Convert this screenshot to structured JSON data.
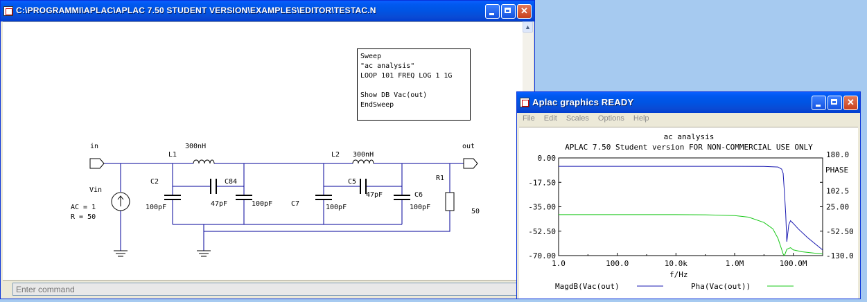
{
  "editor": {
    "title": "C:\\PROGRAMMI\\APLAC\\APLAC 7.50 STUDENT VERSION\\EXAMPLES\\EDITOR\\TESTAC.N",
    "command_placeholder": "Enter command",
    "sweep_text": "Sweep\n\"ac analysis\"\nLOOP 101 FREQ LOG 1 1G\n\nShow DB Vac(out)\nEndSweep",
    "schematic": {
      "node_in": "in",
      "node_out": "out",
      "vin_label": "Vin",
      "vin_ac": "AC = 1",
      "vin_r": "R = 50",
      "L1": "L1",
      "L1_value": "300nH",
      "L2": "L2",
      "L2_value": "300nH",
      "C2": "C2",
      "C2_value": "100pF",
      "C84": "C84",
      "C84_value": "47pF",
      "C84_shunt_value": "100pF",
      "C7": "C7",
      "C7_value": "100pF",
      "C5": "C5",
      "C5_value": "47pF",
      "C6": "C6",
      "C6_value": "100pF",
      "R1": "R1",
      "R1_value": "50"
    }
  },
  "graphics": {
    "title": "Aplac graphics READY",
    "menu": [
      "File",
      "Edit",
      "Scales",
      "Options",
      "Help"
    ],
    "plot_title": "ac analysis",
    "plot_subtitle": "APLAC 7.50 Student version FOR NON-COMMERCIAL USE ONLY",
    "right_axis_label": "PHASE",
    "legend_mag": "MagdB(Vac(out)",
    "legend_pha": "Pha(Vac(out))",
    "colors": {
      "mag": "#1818b0",
      "pha": "#18c818"
    }
  },
  "chart_data": {
    "type": "line",
    "title": "ac analysis",
    "xlabel": "f/Hz",
    "xscale": "log",
    "xlim": [
      1,
      1000000000
    ],
    "x_ticks": [
      "1.0",
      "100.0",
      "10.0k",
      "1.0M",
      "100.0M"
    ],
    "ylim_left": [
      -70,
      0
    ],
    "y_ticks_left": [
      "0.00",
      "-17.50",
      "-35.00",
      "-52.50",
      "-70.00"
    ],
    "ylabel_right": "PHASE",
    "ylim_right": [
      -130,
      180
    ],
    "y_ticks_right": [
      "180.0",
      "102.5",
      "25.00",
      "-52.50",
      "-130.0"
    ],
    "grid": false,
    "series": [
      {
        "name": "MagdB(Vac(out)",
        "axis": "left",
        "x": [
          1,
          10,
          100,
          1000,
          10000,
          100000,
          1000000,
          10000000,
          30000000,
          40000000,
          45000000,
          50000000,
          55000000,
          60000000,
          70000000,
          80000000,
          100000000,
          150000000,
          300000000,
          1000000000
        ],
        "y": [
          -6,
          -6,
          -6,
          -6,
          -6,
          -6,
          -6,
          -6.1,
          -6.5,
          -8,
          -11,
          -25,
          -40,
          -60,
          -48,
          -45,
          -47,
          -51,
          -57,
          -66
        ]
      },
      {
        "name": "Pha(Vac(out))",
        "axis": "right",
        "x": [
          1,
          100,
          10000,
          100000,
          1000000,
          3000000,
          10000000,
          20000000,
          30000000,
          40000000,
          45000000,
          50000000,
          60000000,
          80000000,
          100000000,
          200000000,
          1000000000
        ],
        "y": [
          0,
          0,
          0,
          -0.5,
          -3,
          -8,
          -25,
          -45,
          -75,
          -110,
          -125,
          -130,
          -110,
          -105,
          -112,
          -118,
          -125
        ]
      }
    ]
  }
}
